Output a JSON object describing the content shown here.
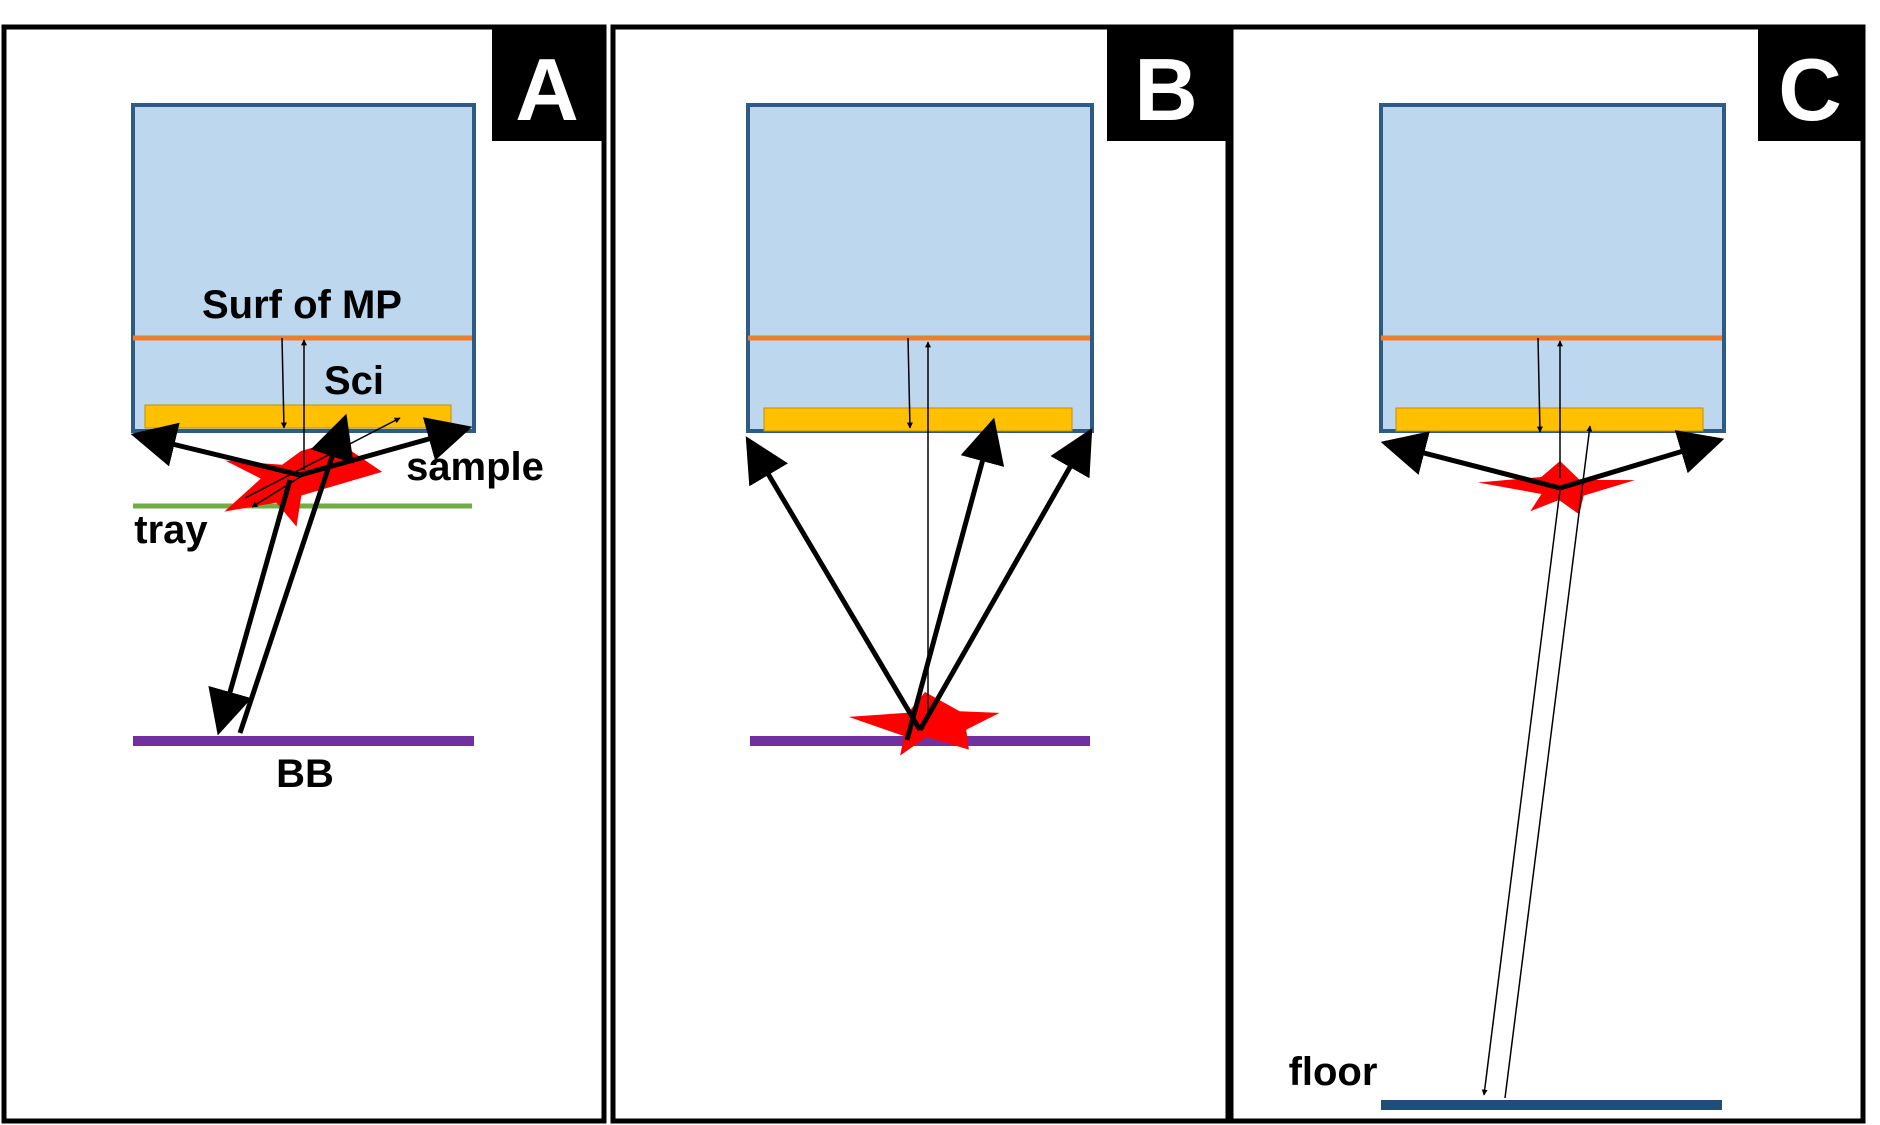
{
  "panels": [
    {
      "letter": "A",
      "labels": {
        "surface": "Surf of MP",
        "scintillator": "Sci",
        "sample": "sample",
        "tray": "tray",
        "bottom_plate": "BB"
      }
    },
    {
      "letter": "B"
    },
    {
      "letter": "C",
      "labels": {
        "floor": "floor"
      }
    }
  ],
  "colors": {
    "chamber_fill": "#bdd7ee",
    "chamber_border": "#2e5a85",
    "surface_line": "#ed7d31",
    "scintillator": "#ffc000",
    "tray": "#70ad47",
    "bottom_plate": "#7030a0",
    "floor": "#1f4e79",
    "source_star": "#ff0000",
    "arrow": "#000000",
    "letter_box": "#000000",
    "letter_text": "#ffffff"
  }
}
